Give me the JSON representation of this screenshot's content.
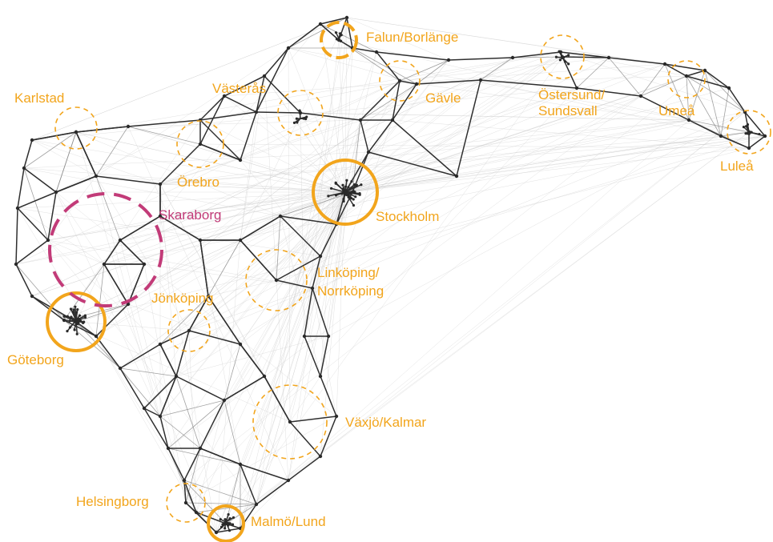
{
  "map": {
    "labels": {
      "falun": "Falun/Borlänge",
      "karlstad": "Karlstad",
      "vasteras": "Västerås",
      "gavle": "Gävle",
      "ostersund_1": "Östersund/",
      "ostersund_2": "Sundsvall",
      "umea": "Umeå",
      "lulea": "Luleå",
      "orebro": "Örebro",
      "stockholm": "Stockholm",
      "skaraborg": "Skaraborg",
      "linkoping_1": "Linköping/",
      "linkoping_2": "Norrköping",
      "jonkoping": "Jönköping",
      "goteborg": "Göteborg",
      "vaxjo": "Växjö/Kalmar",
      "helsingborg": "Helsingborg",
      "malmo": "Malmö/Lund"
    },
    "colors": {
      "city_label": "#f2a51c",
      "region_label": "#c23b78",
      "strong_edge": "#2f2f2f",
      "faint_edge": "#c9c9c9"
    }
  }
}
